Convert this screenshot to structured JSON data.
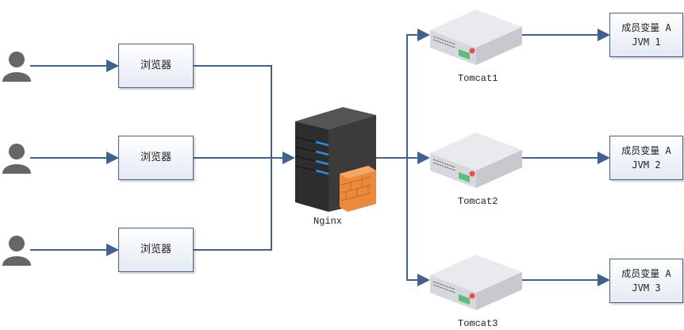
{
  "users": [
    {
      "icon": "user-icon"
    },
    {
      "icon": "user-icon"
    },
    {
      "icon": "user-icon"
    }
  ],
  "browsers": [
    {
      "label": "浏览器"
    },
    {
      "label": "浏览器"
    },
    {
      "label": "浏览器"
    }
  ],
  "proxy": {
    "label": "Nginx",
    "icon": "server-firewall-icon"
  },
  "servers": [
    {
      "label": "Tomcat1",
      "icon": "server-icon"
    },
    {
      "label": "Tomcat2",
      "icon": "server-icon"
    },
    {
      "label": "Tomcat3",
      "icon": "server-icon"
    }
  ],
  "jvms": [
    {
      "line1": "成员变量 A",
      "line2": "JVM 1"
    },
    {
      "line1": "成员变量 A",
      "line2": "JVM 2"
    },
    {
      "line1": "成员变量 A",
      "line2": "JVM 3"
    }
  ],
  "colors": {
    "connector": "#41628f",
    "box_border": "#41628f"
  }
}
